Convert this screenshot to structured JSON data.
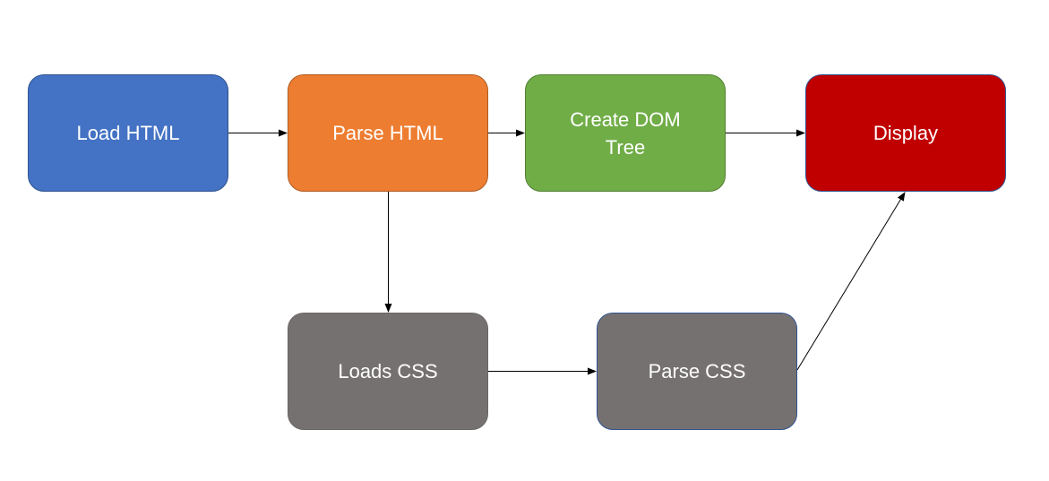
{
  "nodes": {
    "load_html": {
      "label": "Load HTML",
      "fill": "#4472C4",
      "stroke": "#2F528F"
    },
    "parse_html": {
      "label": "Parse HTML",
      "fill": "#ED7D31",
      "stroke": "#AE5A21"
    },
    "create_dom": {
      "label": "Create DOM Tree",
      "fill": "#70AD47",
      "stroke": "#507E32"
    },
    "display": {
      "label": "Display",
      "fill": "#C00000",
      "stroke": "#2F528F"
    },
    "loads_css": {
      "label": "Loads CSS",
      "fill": "#767171",
      "stroke": "#6A6666"
    },
    "parse_css": {
      "label": "Parse CSS",
      "fill": "#767171",
      "stroke": "#2F528F"
    }
  },
  "edges": [
    {
      "from": "Load HTML",
      "to": "Parse HTML"
    },
    {
      "from": "Parse HTML",
      "to": "Create DOM Tree"
    },
    {
      "from": "Create DOM Tree",
      "to": "Display"
    },
    {
      "from": "Parse HTML",
      "to": "Loads CSS"
    },
    {
      "from": "Loads CSS",
      "to": "Parse CSS"
    },
    {
      "from": "Parse CSS",
      "to": "Display"
    }
  ],
  "colors": {
    "arrow": "#000000",
    "text": "#FFFFFF"
  }
}
